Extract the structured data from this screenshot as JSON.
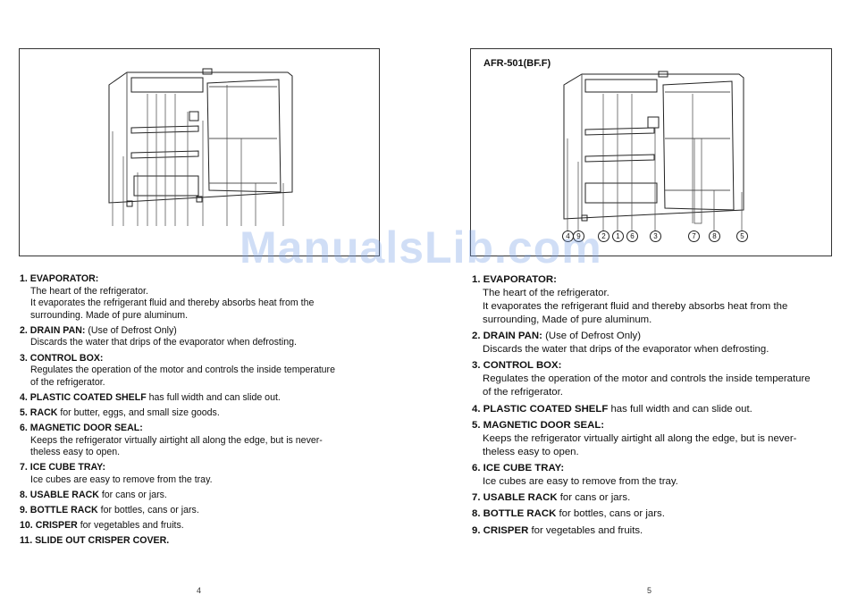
{
  "watermark": "ManualsLib.com",
  "left_page": {
    "page_number": "4",
    "items": [
      {
        "num": "1.",
        "name": "EVAPORATOR:",
        "rest": "",
        "desc": [
          "The heart of the refrigerator.",
          "It evaporates the refrigerant fluid and thereby absorbs heat from the",
          "surrounding. Made of pure aluminum."
        ]
      },
      {
        "num": "2.",
        "name": "DRAIN PAN:",
        "rest": " (Use of Defrost Only)",
        "desc": [
          "Discards the water that drips of the evaporator when defrosting."
        ]
      },
      {
        "num": "3.",
        "name": "CONTROL BOX:",
        "rest": "",
        "desc": [
          "Regulates the operation of the motor and controls the inside temperature",
          "of the refrigerator."
        ]
      },
      {
        "num": "4.",
        "name": "PLASTIC COATED SHELF",
        "rest": " has full width and can slide out.",
        "desc": []
      },
      {
        "num": "5.",
        "name": "RACK",
        "rest": " for butter, eggs, and small size goods.",
        "desc": []
      },
      {
        "num": "6.",
        "name": "MAGNETIC DOOR SEAL:",
        "rest": "",
        "desc": [
          "Keeps the refrigerator virtually airtight all along the edge, but is never-",
          "theless easy to open."
        ]
      },
      {
        "num": "7.",
        "name": "ICE CUBE TRAY:",
        "rest": "",
        "desc": [
          "Ice cubes are easy to remove from the tray."
        ]
      },
      {
        "num": "8.",
        "name": "USABLE RACK",
        "rest": " for cans or jars.",
        "desc": []
      },
      {
        "num": "9.",
        "name": "BOTTLE RACK",
        "rest": " for bottles, cans or jars.",
        "desc": []
      },
      {
        "num": "10.",
        "name": "CRISPER",
        "rest": " for vegetables and fruits.",
        "desc": []
      },
      {
        "num": "11.",
        "name": "SLIDE OUT CRISPER COVER.",
        "rest": "",
        "desc": []
      }
    ]
  },
  "right_page": {
    "model": "AFR-501(BF.F)",
    "page_number": "5",
    "callouts": [
      "4",
      "9",
      "2",
      "1",
      "6",
      "3",
      "7",
      "8",
      "5"
    ],
    "items": [
      {
        "num": "1.",
        "name": "EVAPORATOR:",
        "rest": "",
        "desc": [
          "The heart of the refrigerator.",
          "It evaporates the refrigerant fluid and thereby absorbs heat from the",
          "surrounding, Made of pure aluminum."
        ]
      },
      {
        "num": "2.",
        "name": "DRAIN PAN:",
        "rest": " (Use of Defrost Only)",
        "desc": [
          "Discards the water that drips of the evaporator when defrosting."
        ]
      },
      {
        "num": "3.",
        "name": "CONTROL BOX:",
        "rest": "",
        "desc": [
          "Regulates the operation of the motor and controls the inside temperature",
          "of the refrigerator."
        ]
      },
      {
        "num": "4.",
        "name": "PLASTIC COATED SHELF",
        "rest": " has full width and can slide out.",
        "desc": []
      },
      {
        "num": "5.",
        "name": "MAGNETIC DOOR SEAL:",
        "rest": "",
        "desc": [
          "Keeps the refrigerator virtually airtight all along the edge, but is never-",
          "theless easy to open."
        ]
      },
      {
        "num": "6.",
        "name": "ICE CUBE TRAY:",
        "rest": "",
        "desc": [
          "Ice cubes are easy to remove from the tray."
        ]
      },
      {
        "num": "7.",
        "name": "USABLE RACK",
        "rest": " for cans or jars.",
        "desc": []
      },
      {
        "num": "8.",
        "name": "BOTTLE RACK",
        "rest": " for bottles, cans or jars.",
        "desc": []
      },
      {
        "num": "9.",
        "name": "CRISPER",
        "rest": " for vegetables and fruits.",
        "desc": []
      }
    ]
  }
}
